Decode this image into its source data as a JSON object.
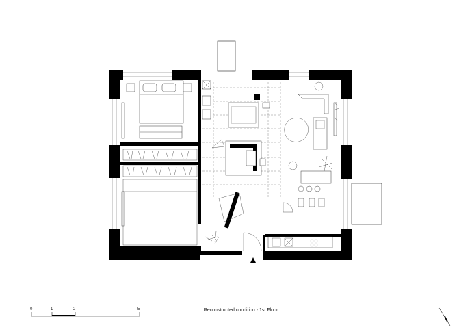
{
  "caption": "Reconstructed condition - 1st Floor",
  "scale_bar": {
    "ticks": [
      "0",
      "1",
      "2",
      "5"
    ]
  }
}
